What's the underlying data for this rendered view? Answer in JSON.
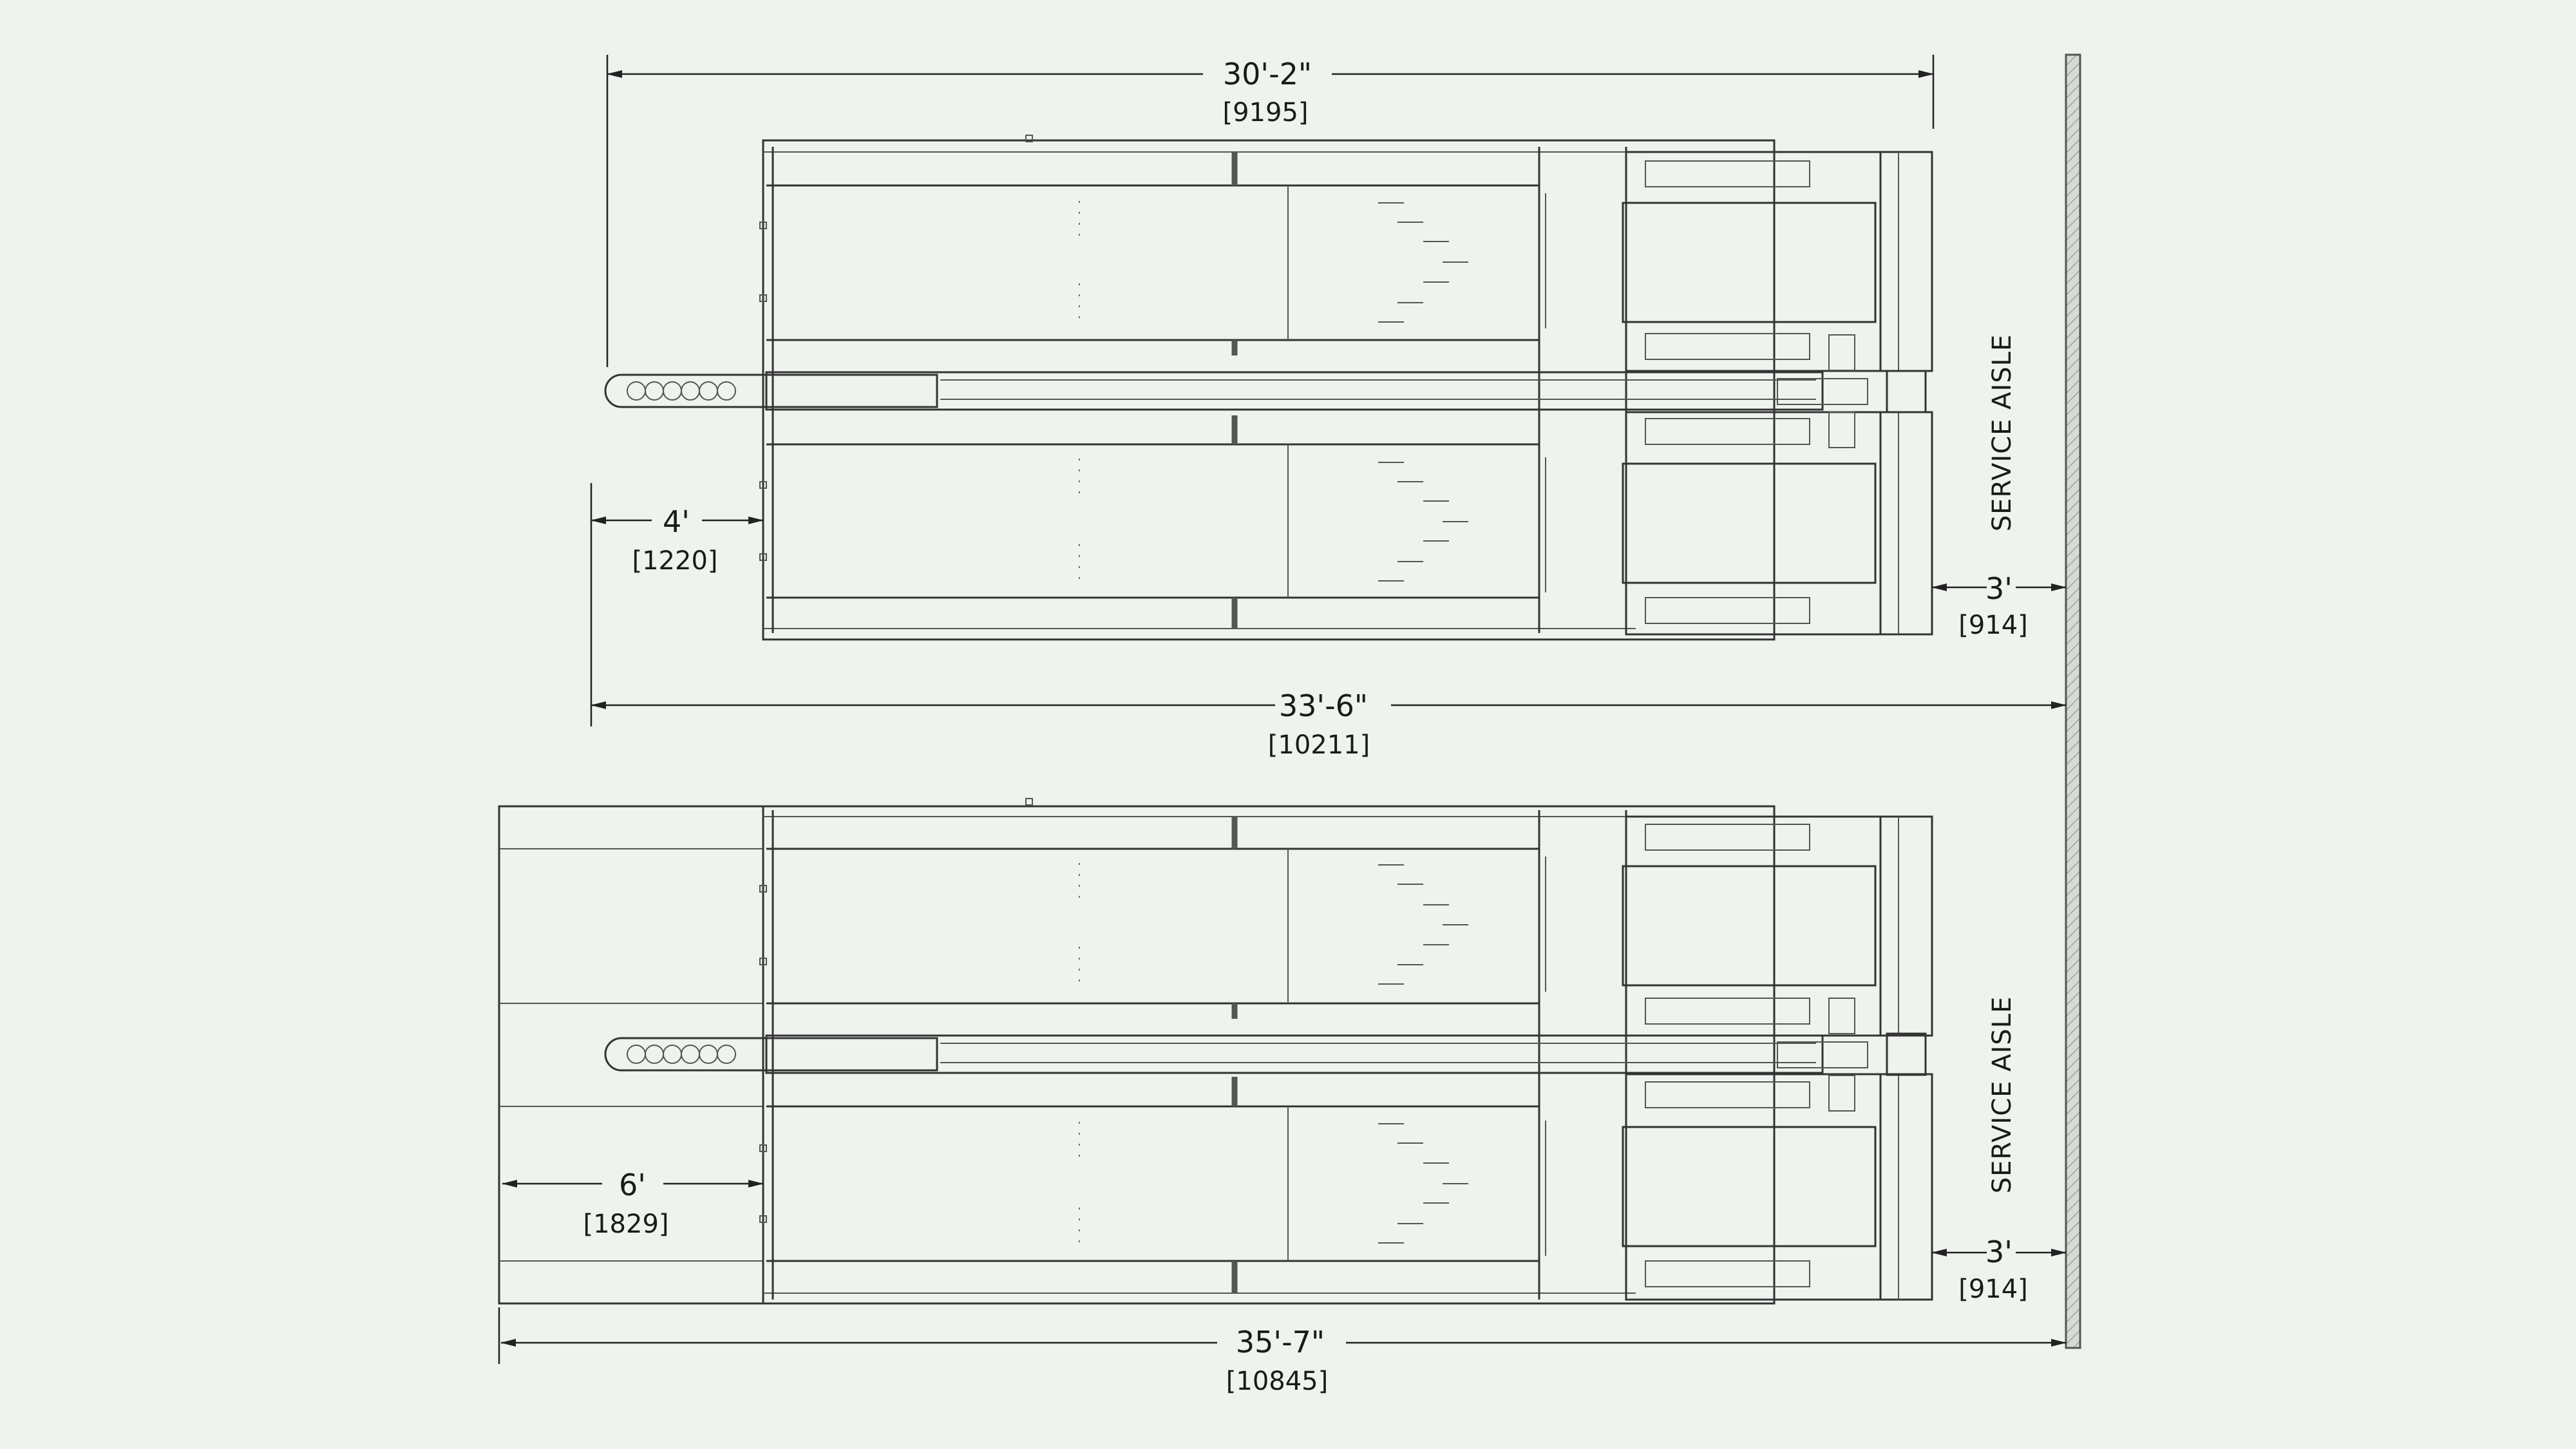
{
  "layouts": [
    {
      "overall_top": {
        "ft": "30'-2\"",
        "mm": "[9195]"
      },
      "approach": {
        "ft": "4'",
        "mm": "[1220]"
      },
      "overall_bottom": {
        "ft": "33'-6\"",
        "mm": "[10211]"
      },
      "aisle_gap": {
        "ft": "3'",
        "mm": "[914]"
      },
      "aisle_label": "SERVICE AISLE"
    },
    {
      "approach": {
        "ft": "6'",
        "mm": "[1829]"
      },
      "overall_bottom": {
        "ft": "35'-7\"",
        "mm": "[10845]"
      },
      "aisle_gap": {
        "ft": "3'",
        "mm": "[914]"
      },
      "aisle_label": "SERVICE AISLE"
    }
  ],
  "colors": {
    "background": "#eef3ee",
    "line": "#333333",
    "wall": "#cfd6cf"
  }
}
